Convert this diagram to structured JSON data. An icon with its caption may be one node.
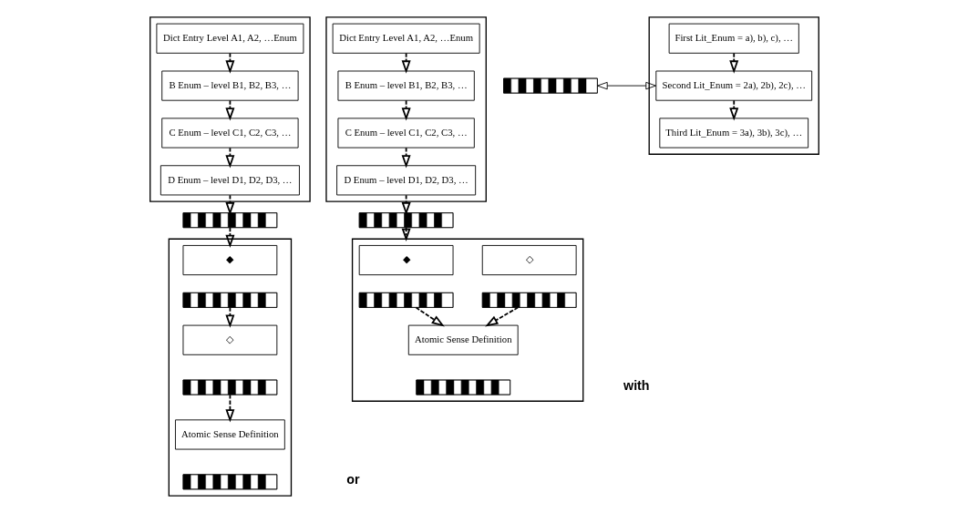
{
  "diagram": {
    "nodes": [
      {
        "text": [],
        "shape": "box"
      },
      {
        "text": [
          "Dict Entry Level A1, A2, …Enum"
        ],
        "in": 0
      },
      {
        "text": [
          "B Enum – level B1, B2, B3, …"
        ],
        "in": 0
      },
      {
        "text": [
          "C Enum – level C1, C2, C3, …"
        ],
        "in": 0
      },
      {
        "text": [
          "D Enum – level D1, D2, D3, …"
        ],
        "in": 0
      },
      {
        "text": [],
        "shape": "bar"
      },
      {
        "text": [],
        "shape": "box"
      },
      {
        "text": [
          "◆"
        ],
        "in": 6
      },
      {
        "text": [],
        "shape": "bar",
        "in": 6
      },
      {
        "text": [
          "◇"
        ],
        "in": 6
      },
      {
        "text": [],
        "shape": "bar",
        "in": 6
      },
      {
        "text": [
          "Atomic Sense Definition"
        ],
        "in": 6
      },
      {
        "text": [],
        "shape": "bar",
        "in": 6
      },
      {
        "text": [],
        "shape": "box"
      },
      {
        "text": [
          "Dict Entry Level A1, A2, …Enum"
        ],
        "in": 13
      },
      {
        "text": [
          "B Enum – level B1, B2, B3, …"
        ],
        "in": 13
      },
      {
        "text": [
          "C Enum – level C1, C2, C3, …"
        ],
        "in": 13
      },
      {
        "text": [
          "D Enum – level D1, D2, D3, …"
        ],
        "in": 13
      },
      {
        "text": [],
        "shape": "bar"
      },
      {
        "text": [],
        "shape": "box"
      },
      {
        "text": [
          "◆"
        ],
        "in": 19
      },
      {
        "text": [],
        "shape": "bar",
        "in": 19
      },
      {
        "text": [
          "◇"
        ],
        "in": 19
      },
      {
        "text": [],
        "shape": "bar",
        "in": 19
      },
      {
        "text": [
          "Atomic Sense Definition"
        ],
        "in": 19
      },
      {
        "text": [],
        "shape": "bar",
        "in": 19
      },
      {
        "text": [],
        "shape": "bar"
      },
      {
        "text": [],
        "shape": "box"
      },
      {
        "text": [
          "First Lit_Enum = a), b), c), …"
        ],
        "in": 27
      },
      {
        "text": [
          "Second Lit_Enum = 2a), 2b), 2c), …"
        ],
        "in": 27
      },
      {
        "text": [
          "Third Lit_Enum = 3a), 3b), 3c), …"
        ],
        "in": 27
      }
    ],
    "edges": [
      {
        "from": 1,
        "to": 2,
        "arrow": "to",
        "style": "dashed"
      },
      {
        "from": 2,
        "to": 3,
        "arrow": "to",
        "style": "dashed"
      },
      {
        "from": 3,
        "to": 4,
        "arrow": "to",
        "style": "dashed"
      },
      {
        "from": 4,
        "to": 5,
        "arrow": "to",
        "style": "dashed"
      },
      {
        "from": 5,
        "to": 7,
        "arrow": "to",
        "style": "dashed"
      },
      {
        "from": 8,
        "to": 9,
        "arrow": "to",
        "style": "dashed"
      },
      {
        "from": 10,
        "to": 11,
        "arrow": "to",
        "style": "dashed"
      },
      {
        "from": 14,
        "to": 15,
        "arrow": "to",
        "style": "dashed"
      },
      {
        "from": 15,
        "to": 16,
        "arrow": "to",
        "style": "dashed"
      },
      {
        "from": 16,
        "to": 17,
        "arrow": "to",
        "style": "dashed"
      },
      {
        "from": 17,
        "to": 18,
        "arrow": "to",
        "style": "dashed"
      },
      {
        "from": 18,
        "to": 19,
        "arrow": "to",
        "style": "dashed"
      },
      {
        "from": 21,
        "to": 24,
        "arrow": "to",
        "style": "dashed"
      },
      {
        "from": 23,
        "to": 24,
        "arrow": "to",
        "style": "dashed"
      },
      {
        "from": 28,
        "to": 29,
        "arrow": "to",
        "style": "dashed"
      },
      {
        "from": 29,
        "to": 30,
        "arrow": "to",
        "style": "dashed"
      },
      {
        "from": 26,
        "to": 29,
        "arrow": "both"
      }
    ],
    "labels": [
      "or",
      "with"
    ]
  }
}
